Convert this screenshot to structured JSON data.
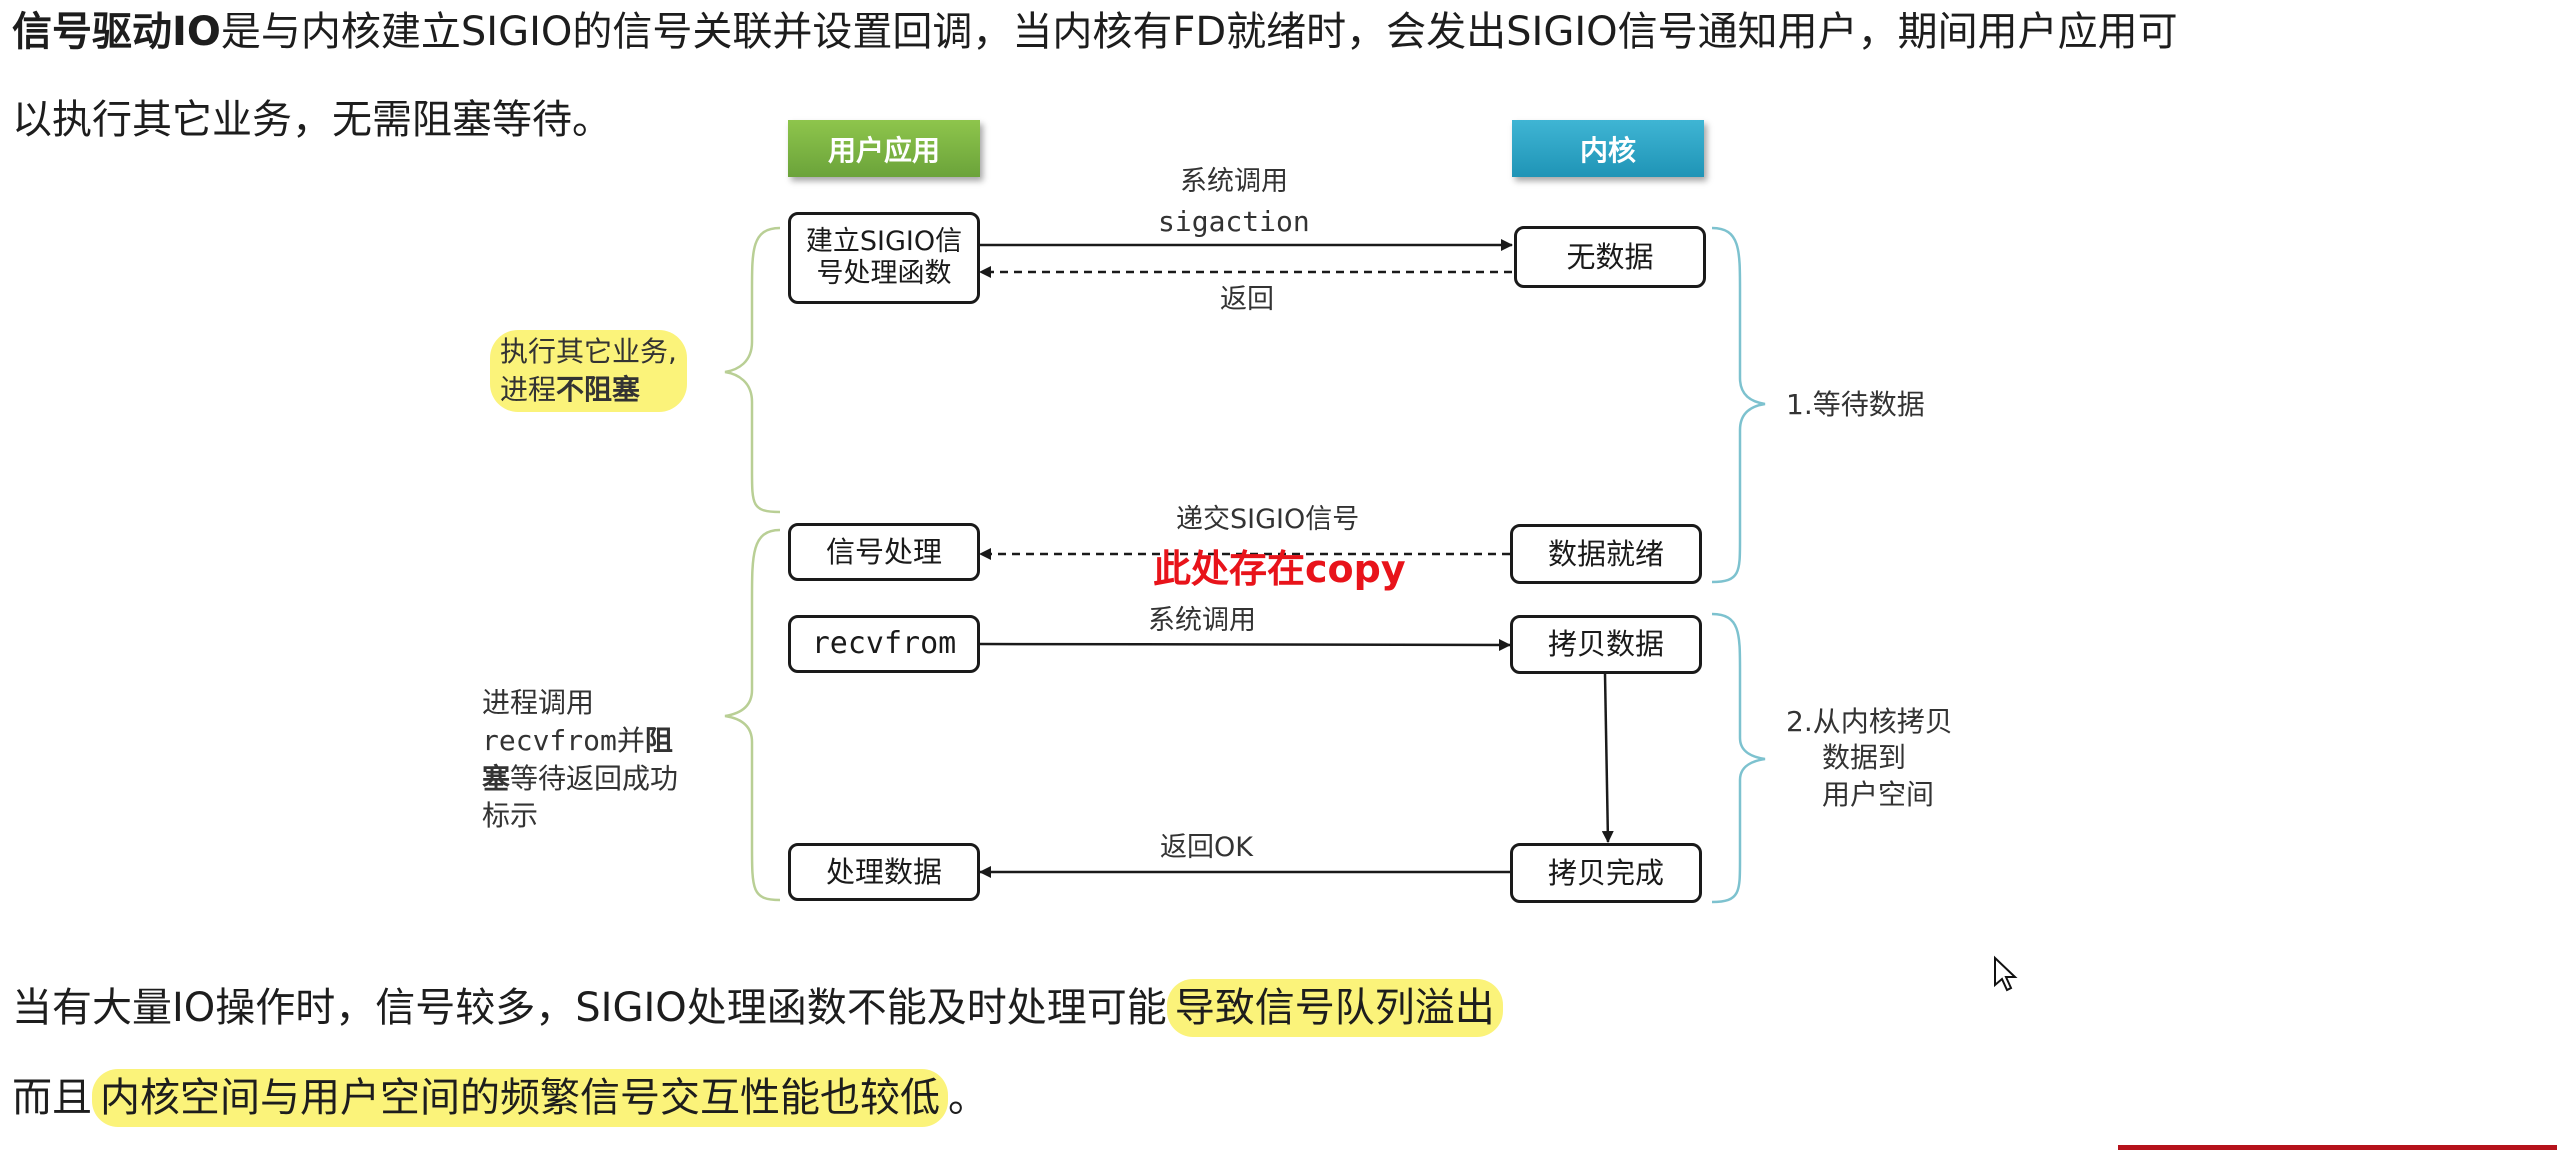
{
  "intro": {
    "bold": "信号驱动IO",
    "line1_rest": "是与内核建立SIGIO的信号关联并设置回调，当内核有FD就绪时，会发出SIGIO信号通知用户，期间用户应用可",
    "line2": "以执行其它业务，无需阻塞等待。"
  },
  "headers": {
    "user": "用户应用",
    "kernel": "内核"
  },
  "boxes": {
    "setup_line1": "建立SIGIO信",
    "setup_line2": "号处理函数",
    "no_data": "无数据",
    "signal_handle": "信号处理",
    "data_ready": "数据就绪",
    "recvfrom": "recvfrom",
    "copy_data": "拷贝数据",
    "process_data": "处理数据",
    "copy_done": "拷贝完成"
  },
  "arrows": {
    "syscall_1_line1": "系统调用",
    "syscall_1_line2": "sigaction",
    "return_1": "返回",
    "deliver_sigio": "递交SIGIO信号",
    "syscall_2": "系统调用",
    "return_ok": "返回OK"
  },
  "side_labels": {
    "nonblock_line1": "执行其它业务,",
    "nonblock_line2_pre": "进程",
    "nonblock_line2_bold": "不阻塞",
    "blocked_line1": "进程调用",
    "blocked_line2_pre": "recvfrom并",
    "blocked_line2_bold": "阻",
    "blocked_line3_bold": "塞",
    "blocked_line3_rest": "等待返回成功",
    "blocked_line4": "标示",
    "stage1": "1.等待数据",
    "stage2_line1": "2.从内核拷贝",
    "stage2_line2": "数据到",
    "stage2_line3": "用户空间"
  },
  "annotation": "此处存在copy",
  "outro": {
    "line1_plain": "当有大量IO操作时，信号较多，SIGIO处理函数不能及时处理可能",
    "line1_highlight": "导致信号队列溢出",
    "line2_plain": "而且",
    "line2_highlight": "内核空间与用户空间的频繁信号交互性能也较低",
    "line2_end": "。"
  },
  "colors": {
    "user_header": "#7cb542",
    "kernel_header": "#2aa5c7",
    "highlight": "#fbf37a",
    "annotation": "#e8131a",
    "user_brace": "#b9cf95",
    "kernel_brace": "#7dc2cf"
  }
}
